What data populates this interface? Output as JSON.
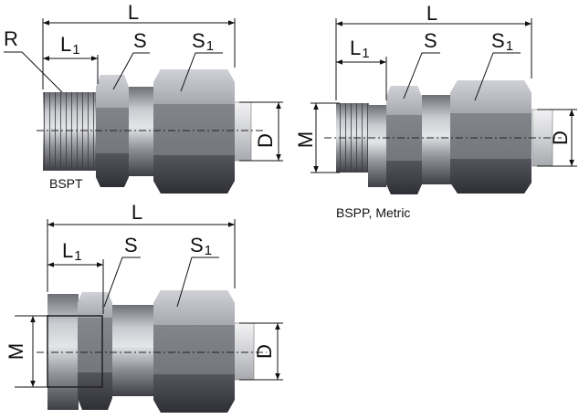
{
  "fittings": [
    {
      "caption": "BSPT",
      "labels": {
        "L": "L",
        "L1": "L",
        "L1_sub": "1",
        "S": "S",
        "S1": "S",
        "S1_sub": "1",
        "R": "R",
        "D": "D"
      }
    },
    {
      "caption": "BSPP, Metric",
      "labels": {
        "L": "L",
        "L1": "L",
        "L1_sub": "1",
        "S": "S",
        "S1": "S",
        "S1_sub": "1",
        "M": "M",
        "D": "D"
      }
    },
    {
      "caption": "",
      "labels": {
        "L": "L",
        "L1": "L",
        "L1_sub": "1",
        "S": "S",
        "S1": "S",
        "S1_sub": "1",
        "M": "M",
        "D": "D"
      }
    }
  ],
  "colors": {
    "steel_light": "#dcdee2",
    "steel_mid": "#9a9ca3",
    "steel_dark": "#4a4b52",
    "line": "#111111"
  }
}
